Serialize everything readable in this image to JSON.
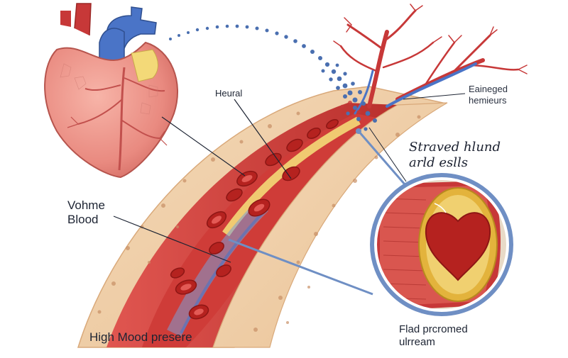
{
  "labels": {
    "heural": "Heural",
    "enlarged": [
      "Eainеged",
      "hemieurs"
    ],
    "starved": [
      "Straved hlund",
      "arld eslls"
    ],
    "volume": [
      "Vohme",
      "Blood"
    ],
    "high_blood": "High Mood presere",
    "fluid": [
      "Flad prcromed",
      "ulrream"
    ]
  },
  "colors": {
    "heart": "#e8807a",
    "heart_dark": "#c2504d",
    "artery_red": "#c73838",
    "vein_blue": "#4a74c7",
    "tissue_beige": "#eecba2",
    "vessel_wall": "#d94b45",
    "plaque_yellow": "#f3d978",
    "callout_blue": "#6f8fc4",
    "dots_blue": "#4a6fb0"
  }
}
